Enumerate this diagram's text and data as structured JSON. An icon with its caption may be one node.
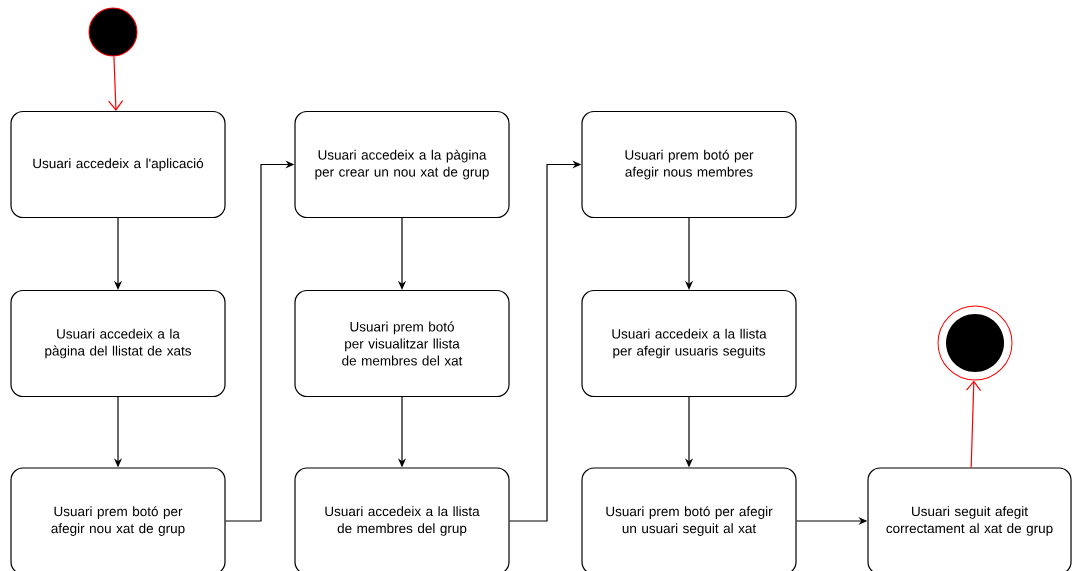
{
  "diagram": {
    "nodes": [
      {
        "text": [],
        "shape": "circle"
      },
      {
        "text": [
          "Usuari accedeix a l'aplicació"
        ]
      },
      {
        "text": [
          "Usuari accedeix a la pàgina del llistat de xats"
        ]
      },
      {
        "text": [
          "Usuari prem botó per afegir nou xat de grup"
        ]
      },
      {
        "text": [
          "Usuari accedeix a la pàgina per crear un nou xat de grup"
        ]
      },
      {
        "text": [
          "Usuari prem botó per visualitzar llista de membres del xat"
        ]
      },
      {
        "text": [
          "Usuari accedeix a la llista de membres del grup"
        ]
      },
      {
        "text": [
          "Usuari prem botó per afegir nous membres"
        ]
      },
      {
        "text": [
          "Usuari accedeix a la llista per afegir usuaris seguits"
        ]
      },
      {
        "text": [
          "Usuari prem botó per afegir un usuari seguit al xat"
        ]
      },
      {
        "text": [
          "Usuari seguit afegit correctament al xat de grup"
        ]
      },
      {
        "text": [],
        "shape": "circle"
      }
    ],
    "edges": [
      {
        "from": 0,
        "to": 1,
        "arrow": "to",
        "color": "#ff0000"
      },
      {
        "from": 1,
        "to": 2,
        "arrow": "to"
      },
      {
        "from": 2,
        "to": 3,
        "arrow": "to"
      },
      {
        "from": 3,
        "to": 4,
        "arrow": "to"
      },
      {
        "from": 4,
        "to": 5,
        "arrow": "to"
      },
      {
        "from": 5,
        "to": 6,
        "arrow": "to"
      },
      {
        "from": 6,
        "to": 7,
        "arrow": "to"
      },
      {
        "from": 7,
        "to": 8,
        "arrow": "to"
      },
      {
        "from": 8,
        "to": 9,
        "arrow": "to"
      },
      {
        "from": 9,
        "to": 10,
        "arrow": "to"
      },
      {
        "from": 10,
        "to": 11,
        "arrow": "to",
        "color": "#ff0000"
      }
    ]
  }
}
